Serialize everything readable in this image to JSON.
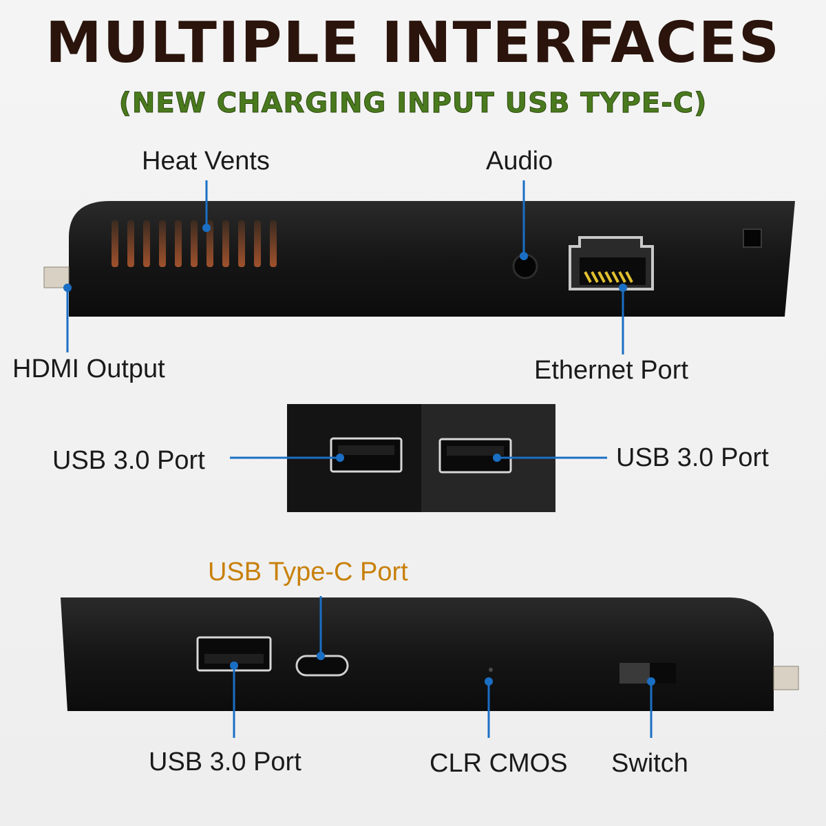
{
  "title": "MULTIPLE INTERFACES",
  "subtitle": "(NEW CHARGING INPUT USB TYPE-C)",
  "labels": {
    "heat_vents": "Heat Vents",
    "audio": "Audio",
    "hdmi_output": "HDMI Output",
    "ethernet_port": "Ethernet Port",
    "usb30_left": "USB 3.0 Port",
    "usb30_right": "USB 3.0 Port",
    "usb_type_c": "USB Type-C Port",
    "usb30_bottom": "USB 3.0 Port",
    "clr_cmos": "CLR CMOS",
    "switch": "Switch"
  },
  "colors": {
    "title": "#2a140c",
    "subtitle": "#4a7a1e",
    "type_c_label": "#c8800a",
    "callout": "#1a6fc4",
    "device_body": "#141414"
  }
}
